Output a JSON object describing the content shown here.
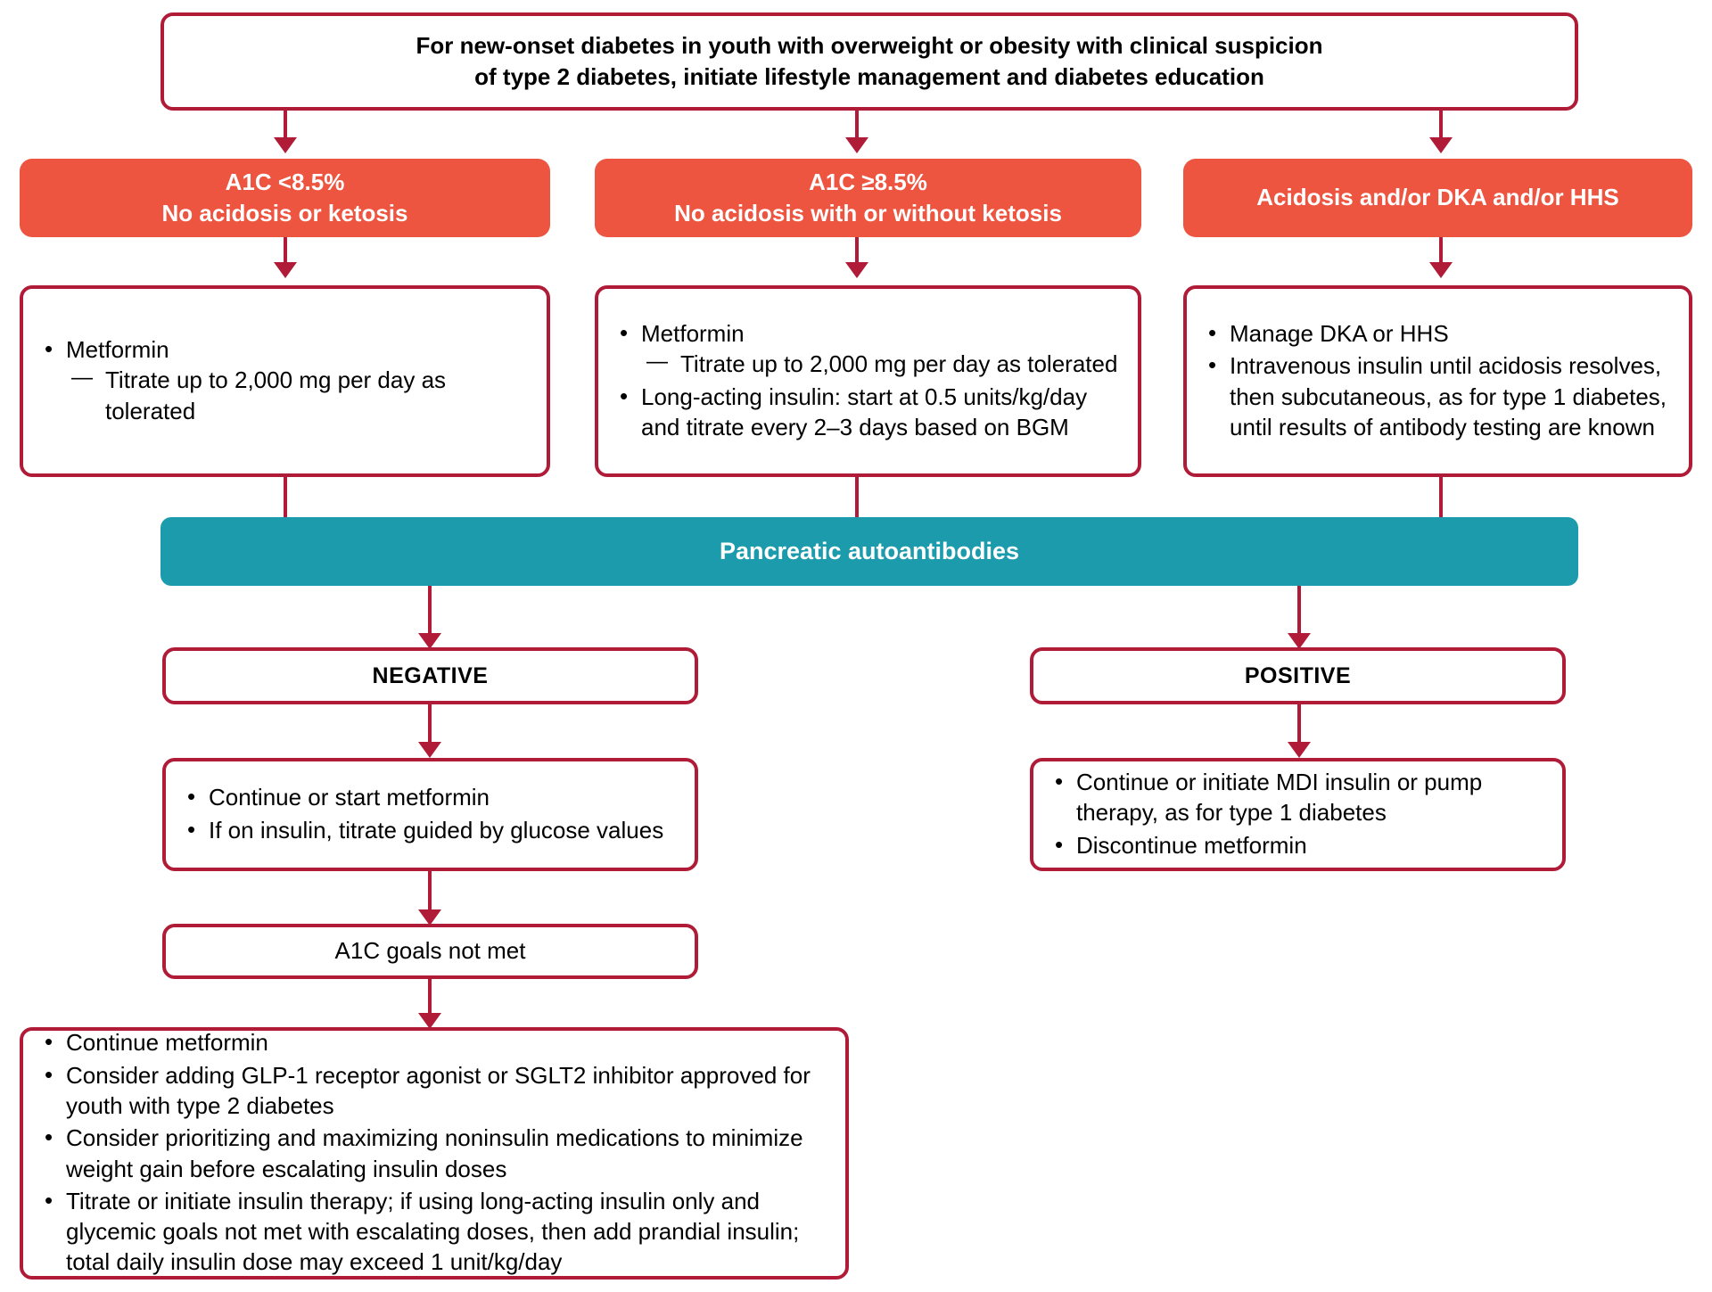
{
  "chart_data": {
    "type": "flowchart",
    "title": "Management of new-onset diabetes in youth with overweight or obesity with clinical suspicion of type 2 diabetes",
    "colors": {
      "border_red": "#B01C38",
      "banner_orange": "#EE5540",
      "banner_teal": "#1B9BAC",
      "text_dark": "#000000",
      "text_light": "#FFFFFF",
      "background": "#FFFFFF"
    }
  },
  "start": {
    "line1": "For new-onset diabetes in youth with overweight or obesity with clinical suspicion",
    "line2": "of type 2 diabetes, initiate lifestyle management and diabetes education"
  },
  "branches": {
    "left": {
      "banner_line1": "A1C <8.5%",
      "banner_line2": "No acidosis or ketosis",
      "items": [
        {
          "text": "Metformin",
          "sub": [
            "Titrate up to 2,000 mg per day as tolerated"
          ]
        }
      ]
    },
    "middle": {
      "banner_line1": "A1C ≥8.5%",
      "banner_line2": "No acidosis with or without ketosis",
      "items": [
        {
          "text": "Metformin",
          "sub": [
            "Titrate up to 2,000 mg per day as tolerated"
          ]
        },
        {
          "text": "Long-acting insulin: start at 0.5 units/kg/day and titrate every 2–3 days based on BGM",
          "sub": []
        }
      ]
    },
    "right": {
      "banner_line1": "Acidosis and/or DKA and/or HHS",
      "banner_line2": "",
      "items": [
        {
          "text": "Manage DKA or HHS",
          "sub": []
        },
        {
          "text": "Intravenous insulin until acidosis resolves, then subcutaneous, as for type 1 diabetes, until results of antibody testing are known",
          "sub": []
        }
      ]
    }
  },
  "antibody_test": {
    "label": "Pancreatic autoantibodies"
  },
  "negative_path": {
    "result_label": "NEGATIVE",
    "actions": [
      "Continue or start metformin",
      "If on insulin, titrate guided by glucose values"
    ],
    "goal_box": "A1C goals not met",
    "escalation": [
      "Continue metformin",
      "Consider adding GLP-1 receptor agonist or SGLT2 inhibitor approved for youth with type 2 diabetes",
      "Consider prioritizing and maximizing noninsulin medications to minimize weight gain before escalating insulin doses",
      "Titrate or initiate insulin therapy; if using long-acting insulin only and glycemic goals not met with escalating doses, then add prandial insulin; total daily insulin dose may exceed 1 unit/kg/day"
    ]
  },
  "positive_path": {
    "result_label": "POSITIVE",
    "actions": [
      "Continue or initiate MDI insulin or pump therapy, as for type 1 diabetes",
      "Discontinue metformin"
    ]
  }
}
